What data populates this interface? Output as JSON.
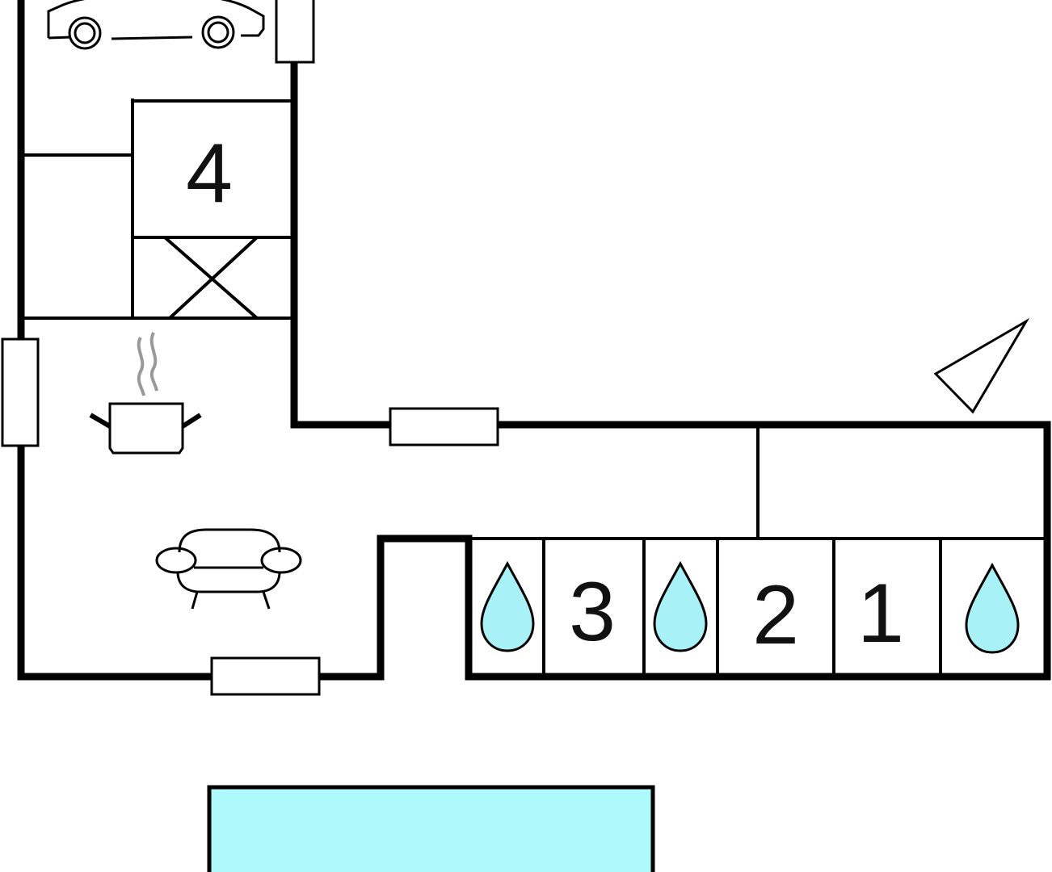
{
  "plan": {
    "rooms": {
      "room_4": "4",
      "room_3": "3",
      "room_2": "2",
      "room_1": "1"
    },
    "icons": {
      "parking": "car-icon",
      "kitchen": "cooking-pot-icon",
      "living": "armchair-icon",
      "bathrooms": "water-drop-icon",
      "north_arrow": "compass-arrow-icon",
      "stairs": "stairs-cross-icon"
    },
    "colors": {
      "walls": "#000000",
      "pool": "#adf9fb",
      "water_drop": "#a8f1f6",
      "steam": "#999999"
    }
  }
}
